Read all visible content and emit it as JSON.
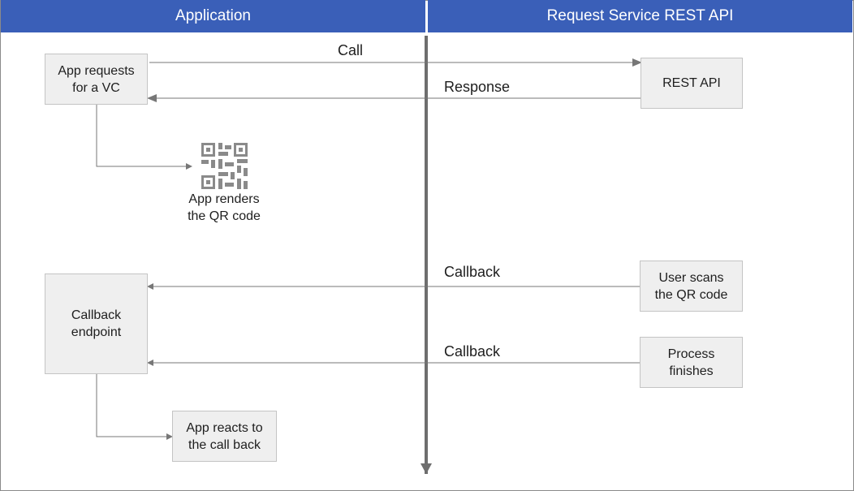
{
  "headers": {
    "left": "Application",
    "right": "Request Service REST API"
  },
  "nodes": {
    "app_requests": "App requests\nfor a VC",
    "rest_api": "REST API",
    "qr_caption": "App renders\nthe QR code",
    "user_scans": "User scans\nthe QR code",
    "callback_endpoint": "Callback\nendpoint",
    "process_finishes": "Process\nfinishes",
    "app_reacts": "App reacts to\nthe call back"
  },
  "edges": {
    "call": "Call",
    "response": "Response",
    "callback_1": "Callback",
    "callback_2": "Callback"
  },
  "colors": {
    "header": "#3a5fb8",
    "box_fill": "#efefef",
    "box_border": "#c4c4c4",
    "arrow": "#777777",
    "divider": "#6e6e6e"
  },
  "icons": [
    "qr-code-icon"
  ]
}
